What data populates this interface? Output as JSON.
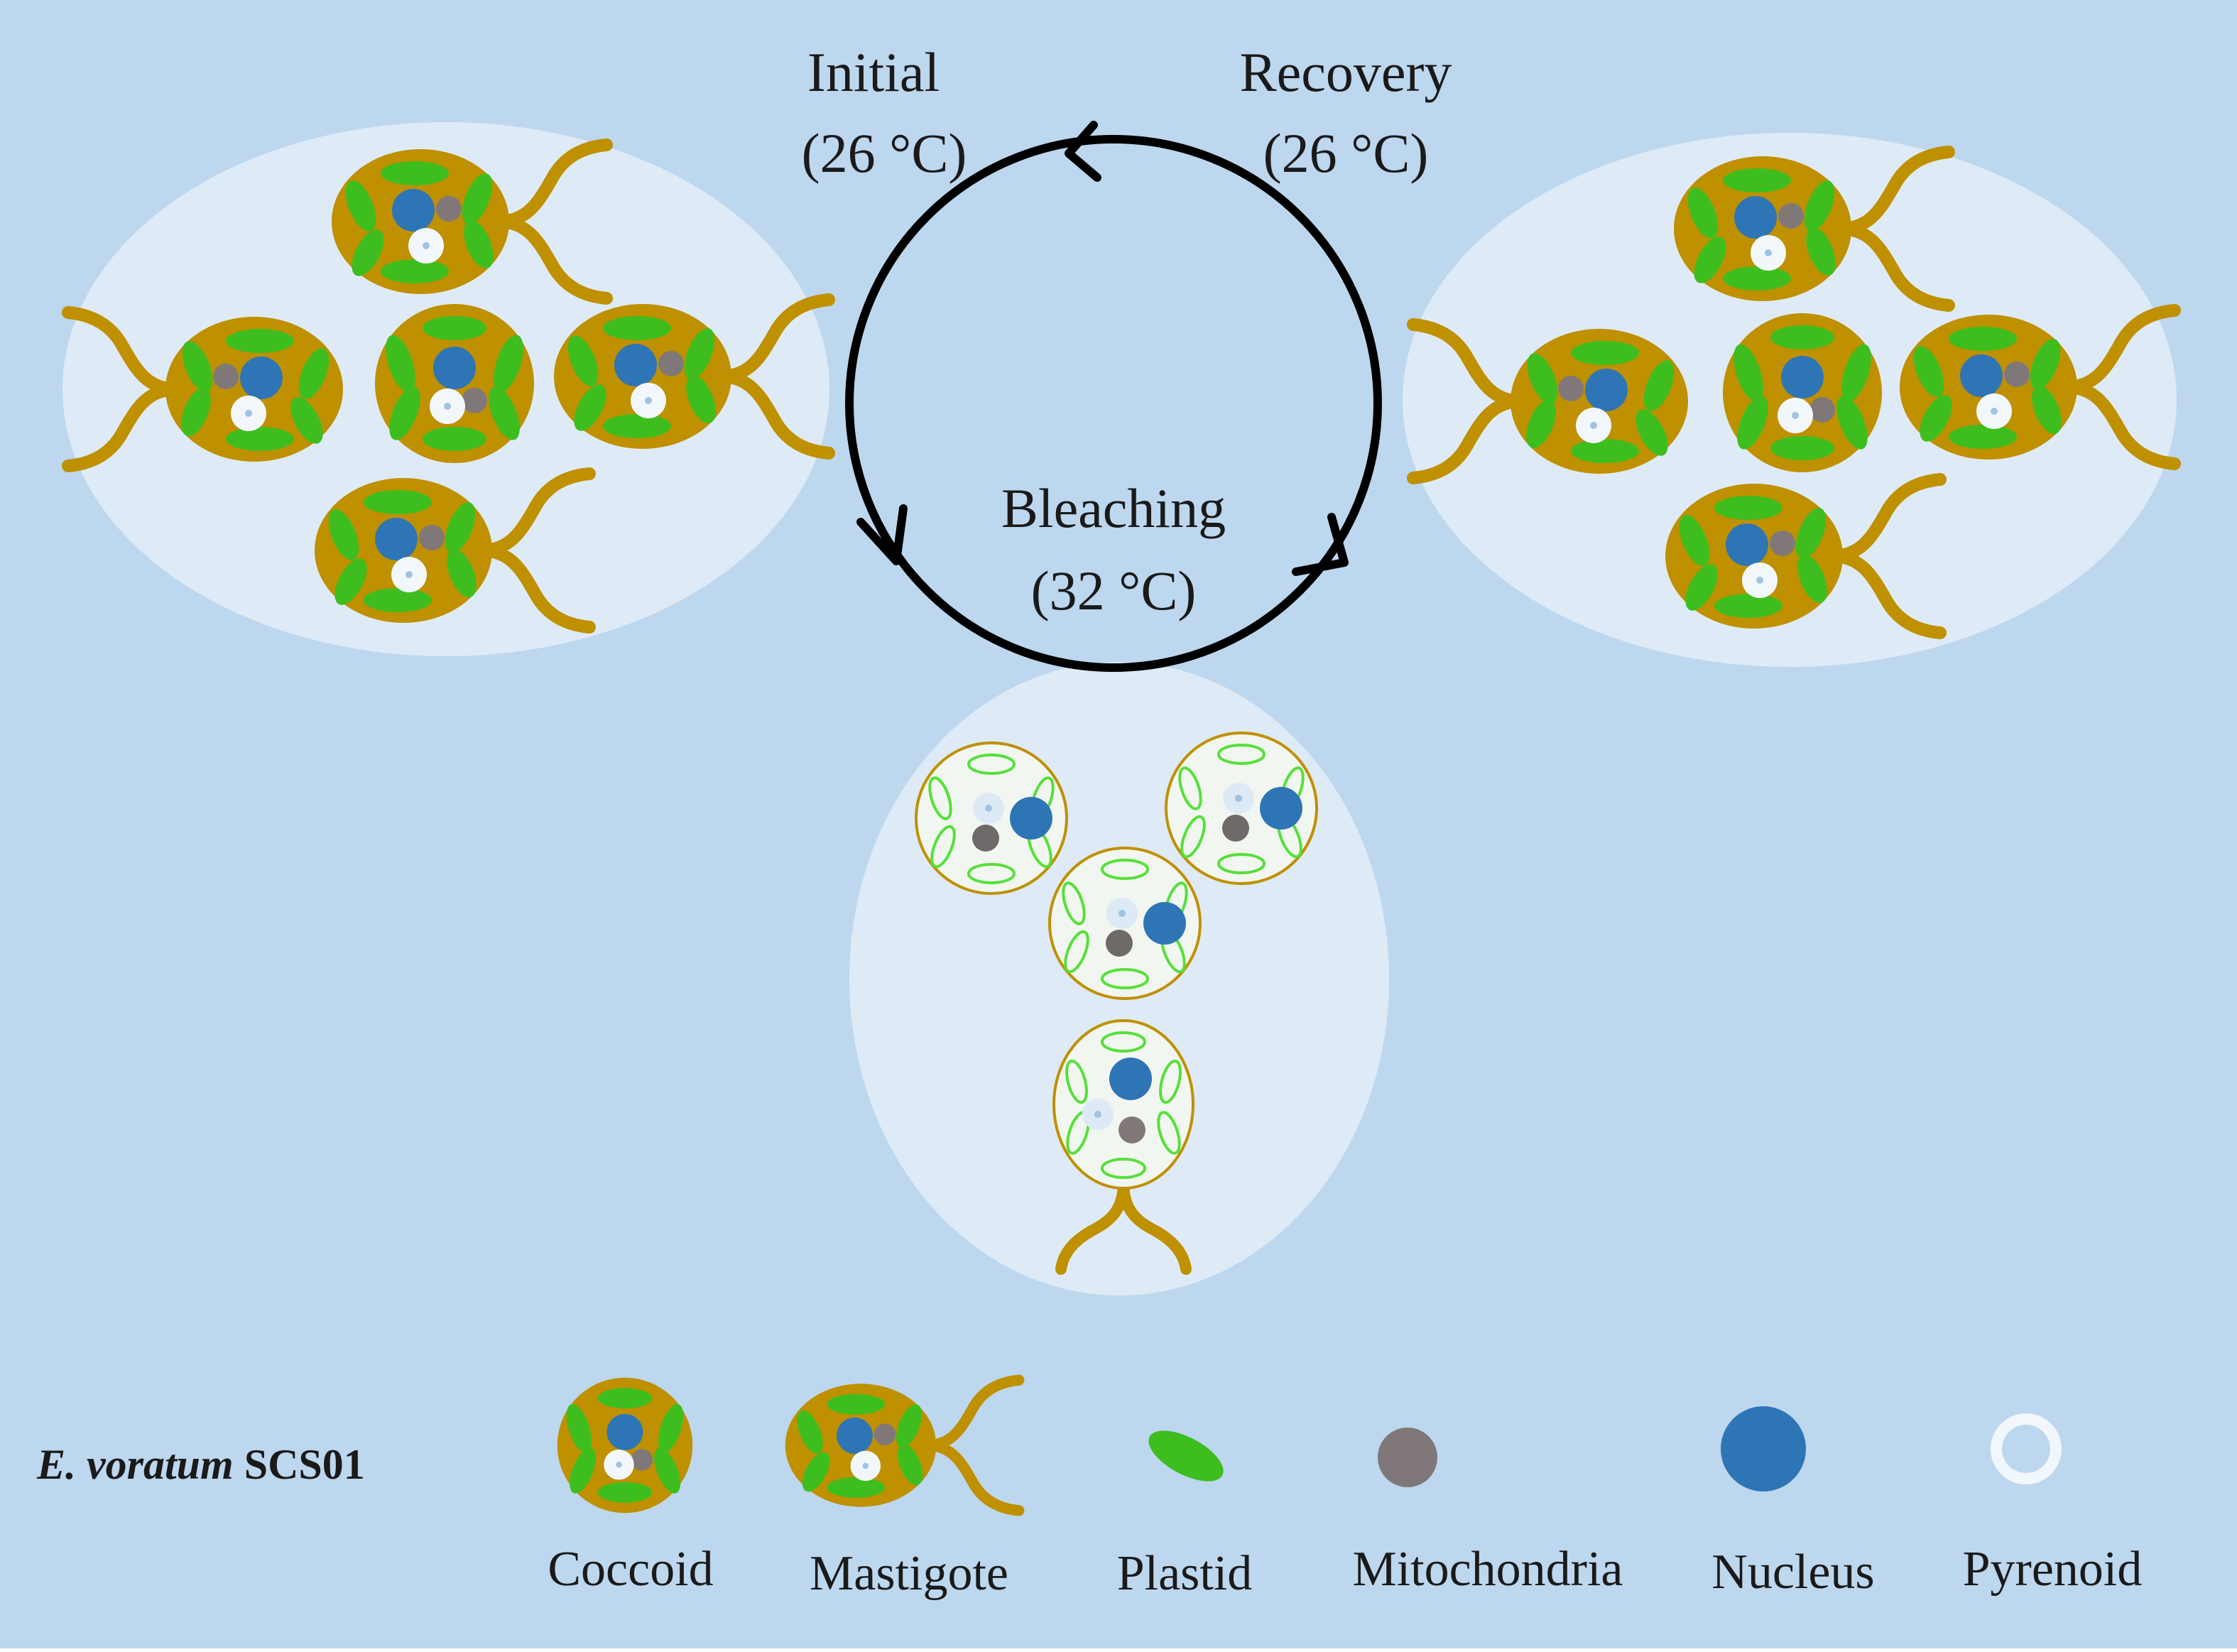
{
  "colors": {
    "background": "#bdd7ee",
    "ellipse": "#deebf7",
    "cell_body": "#bf9000",
    "flagellum": "#bf9000",
    "plastid": "#3ebd1f",
    "mitochondria": "#807878",
    "nucleus": "#2e75b6",
    "pyrenoid": "#f2f7fc",
    "bleached_cell": "#f2f6f0",
    "bleached_plastid_outline": "#55e03a",
    "arrow": "#000000"
  },
  "cycle": {
    "initial": {
      "label": "Initial",
      "temp": "(26 °C)"
    },
    "recovery": {
      "label": "Recovery",
      "temp": "(26 °C)"
    },
    "bleaching": {
      "label": "Bleaching",
      "temp": "(32 °C)"
    }
  },
  "legend": {
    "species_italic": "E. voratum",
    "species_strain": " SCS01",
    "items": [
      {
        "label": "Coccoid",
        "icon": "coccoid-icon"
      },
      {
        "label": "Mastigote",
        "icon": "mastigote-icon"
      },
      {
        "label": "Plastid",
        "icon": "plastid-icon"
      },
      {
        "label": "Mitochondria",
        "icon": "mitochondria-icon"
      },
      {
        "label": "Nucleus",
        "icon": "nucleus-icon"
      },
      {
        "label": "Pyrenoid",
        "icon": "pyrenoid-icon"
      }
    ]
  }
}
